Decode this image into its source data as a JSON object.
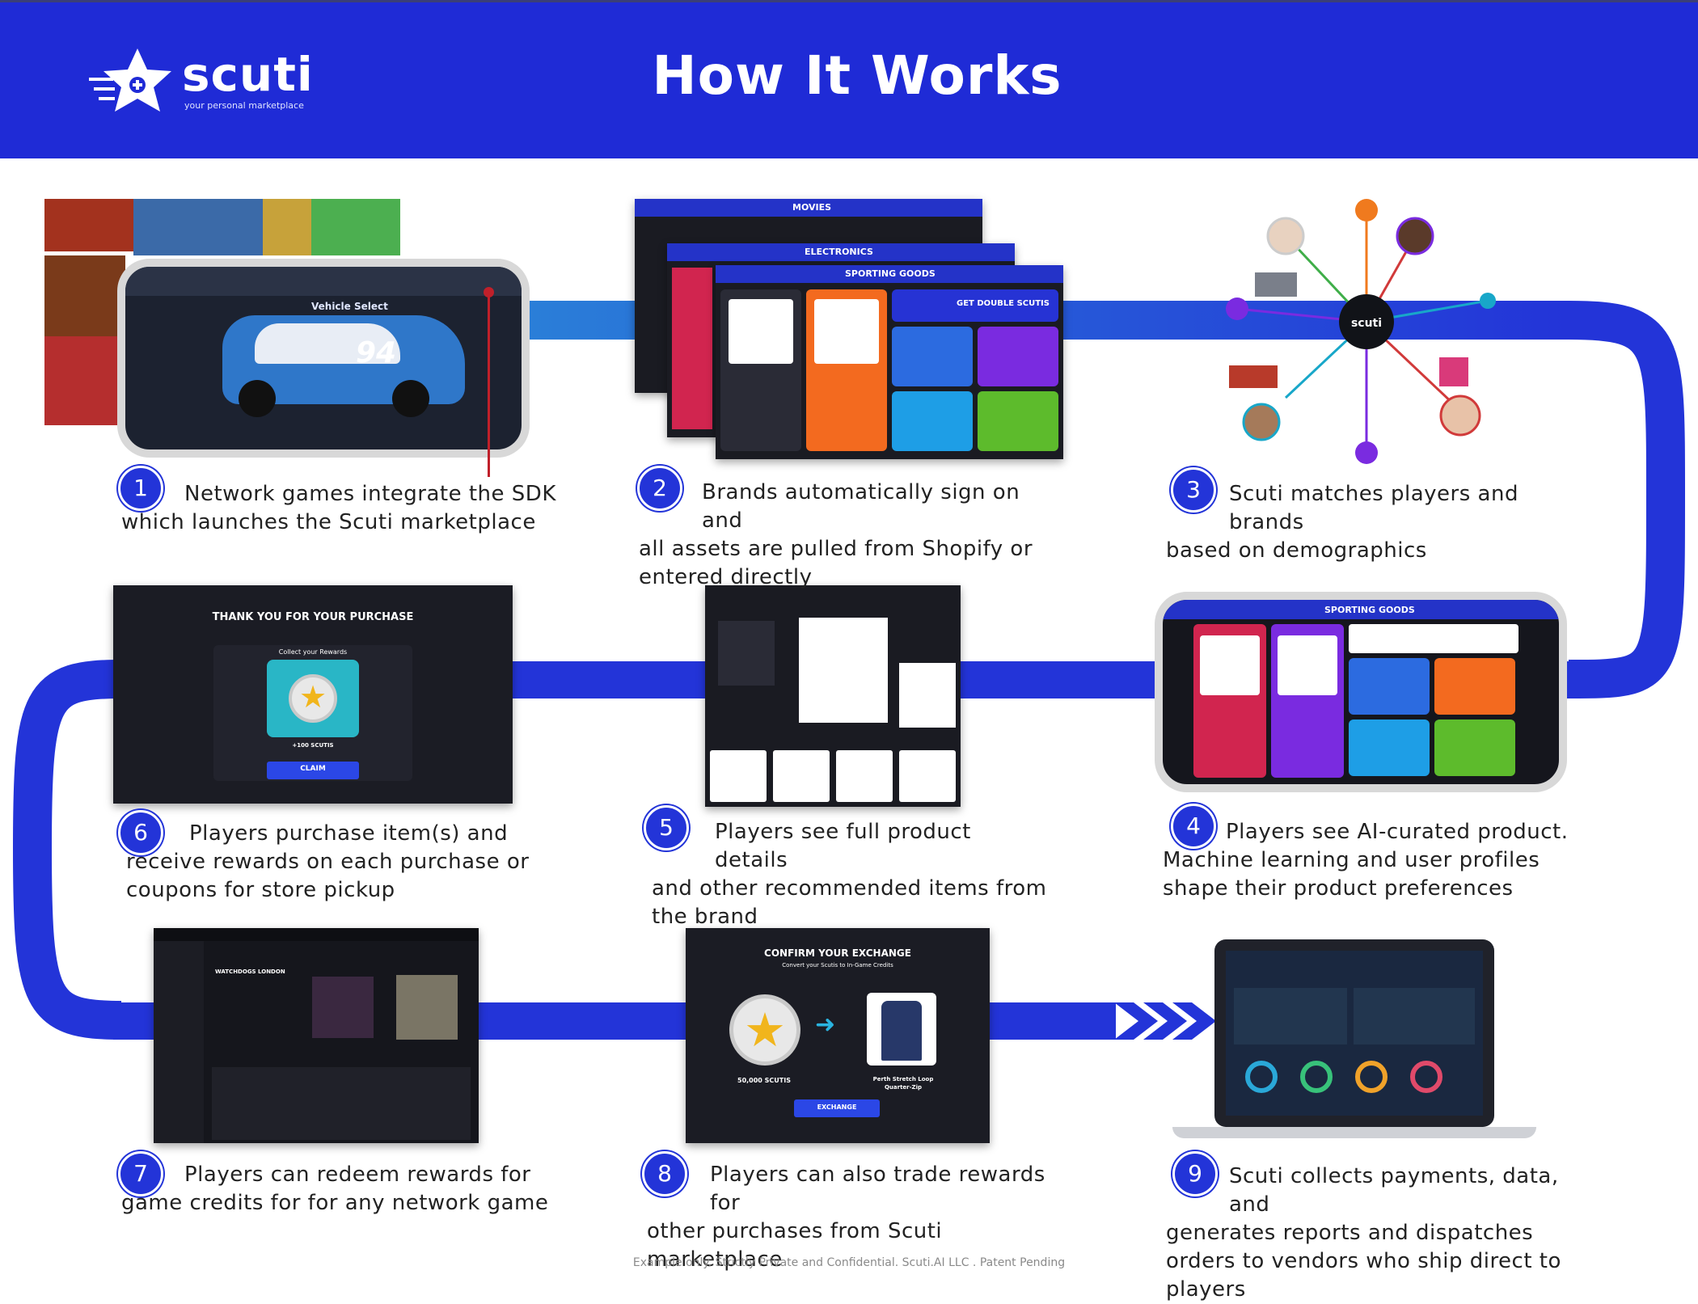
{
  "brand": {
    "name": "scuti",
    "tagline": "your personal marketplace"
  },
  "title": "How It Works",
  "colors": {
    "header": "#1f2bd6",
    "track": "#2334d8",
    "badge": "#2334d8"
  },
  "steps": [
    {
      "num": "1",
      "line1": "Network games integrate the SDK",
      "rest": "which launches the Scuti marketplace"
    },
    {
      "num": "2",
      "line1": "Brands automatically sign on and",
      "rest": "all assets are pulled from Shopify or entered directly"
    },
    {
      "num": "3",
      "line1": "Scuti matches players and brands",
      "rest": "based on demographics"
    },
    {
      "num": "4",
      "line1": "Players see AI-curated product.",
      "rest": "Machine learning and user profiles shape their product preferences"
    },
    {
      "num": "5",
      "line1": "Players see full product details",
      "rest": "and other recommended items from the brand"
    },
    {
      "num": "6",
      "line1": "Players purchase item(s) and",
      "rest": "receive rewards on each purchase or coupons for store pickup"
    },
    {
      "num": "7",
      "line1": "Players can redeem rewards for",
      "rest": "game credits for for any network game"
    },
    {
      "num": "8",
      "line1": "Players can also trade rewards for",
      "rest": "other purchases from Scuti marketplace"
    },
    {
      "num": "9",
      "line1": "Scuti collects payments, data, and",
      "rest": "generates reports and dispatches orders to vendors who ship direct to players"
    }
  ],
  "screens": {
    "s1_vehicle": "Vehicle Select",
    "s2_movies": "MOVIES",
    "s2_electronics": "ELECTRONICS",
    "s2_sporting": "SPORTING GOODS",
    "s2_promo": "GET DOUBLE SCUTIS",
    "s4_sporting": "SPORTING GOODS",
    "s6_thanks": "THANK YOU FOR YOUR PURCHASE",
    "s6_collect": "Collect your Rewards",
    "s6_amount": "+100 SCUTIS",
    "s6_claim": "CLAIM",
    "s8_confirm": "CONFIRM YOUR EXCHANGE",
    "s8_sub": "Convert your Scutis to In-Game Credits",
    "s8_amount": "50,000 SCUTIS",
    "s8_item": "Perth Stretch Loop Quarter-Zip",
    "s8_exchange": "EXCHANGE",
    "s7_game": "WATCHDOGS LONDON"
  },
  "footer": "Example only.  Strictly Private and Confidential. Scuti.AI LLC .  Patent Pending"
}
